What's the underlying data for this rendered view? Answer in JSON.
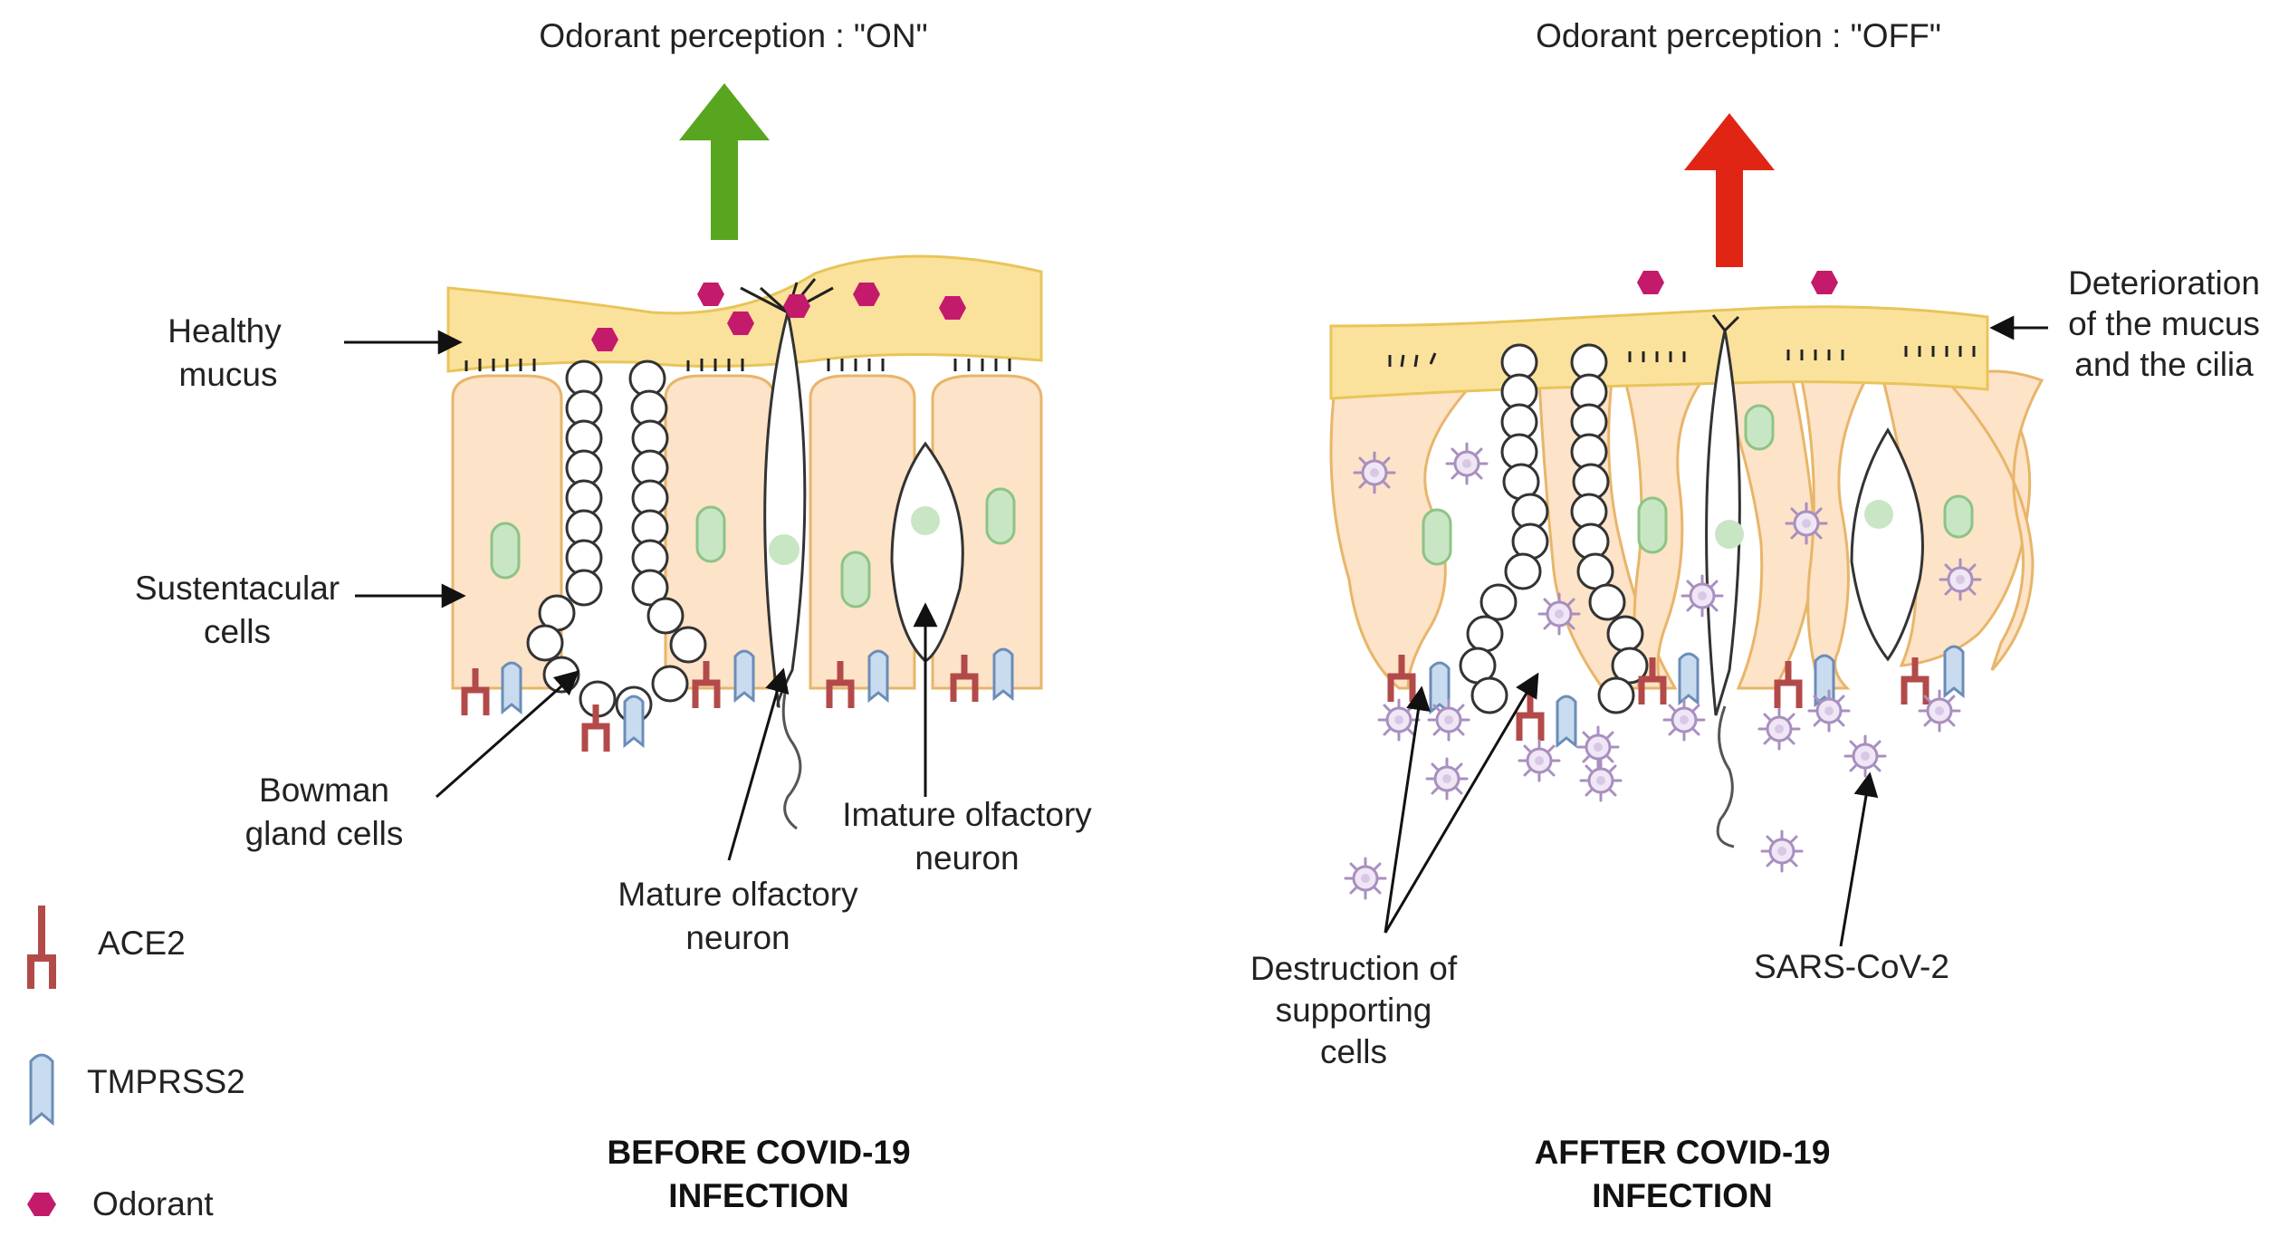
{
  "colors": {
    "mucus": "#fbe29c",
    "mucus_stroke": "#e8c55a",
    "cell": "#fde3c7",
    "cell_stroke": "#e8b56a",
    "nucleus": "#c9e6c4",
    "nucleus_stroke": "#8cc486",
    "ace2": "#b34a4a",
    "tmprss2": "#c9dcef",
    "tmprss2_stroke": "#6b8db8",
    "odorant": "#c41a6c",
    "arrow_on": "#58a51f",
    "arrow_off": "#e02515",
    "virus": "#a98fbf"
  },
  "left": {
    "perception": "Odorant perception : \"ON\"",
    "title_line1": "BEFORE COVID-19",
    "title_line2": "INFECTION",
    "labels": {
      "mucus_l1": "Healthy",
      "mucus_l2": "mucus",
      "sust_l1": "Sustentacular",
      "sust_l2": "cells",
      "bowman_l1": "Bowman",
      "bowman_l2": "gland cells",
      "mature_l1": "Mature olfactory",
      "mature_l2": "neuron",
      "imature_l1": "Imature olfactory",
      "imature_l2": "neuron"
    }
  },
  "right": {
    "perception": "Odorant perception : \"OFF\"",
    "title_line1": "AFFTER COVID-19",
    "title_line2": "INFECTION",
    "labels": {
      "det_l1": "Deterioration",
      "det_l2": "of the mucus",
      "det_l3": "and the cilia",
      "destr_l1": "Destruction of",
      "destr_l2": "supporting",
      "destr_l3": "cells",
      "sars": "SARS-CoV-2"
    }
  },
  "legend": {
    "ace2": "ACE2",
    "tmprss2": "TMPRSS2",
    "odorant": "Odorant"
  }
}
